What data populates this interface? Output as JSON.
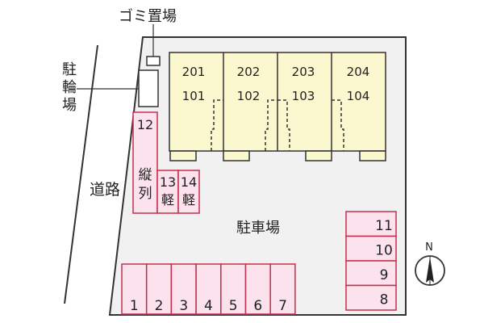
{
  "labels": {
    "garbage": "ゴミ置場",
    "bicycle": [
      "駐",
      "輪",
      "場"
    ],
    "road": "道路",
    "parking": "駐車場",
    "tandem": [
      "縦",
      "列"
    ],
    "compass_north": "N"
  },
  "building": {
    "upper_units": [
      "201",
      "202",
      "203",
      "204"
    ],
    "lower_units": [
      "101",
      "102",
      "103",
      "104"
    ]
  },
  "parking_spaces": {
    "tandem_number": "12",
    "light_vehicle": [
      {
        "number": "13",
        "mark": "軽"
      },
      {
        "number": "14",
        "mark": "軽"
      }
    ],
    "bottom_row": [
      "1",
      "2",
      "3",
      "4",
      "5",
      "6",
      "7"
    ],
    "right_column": [
      "11",
      "10",
      "9",
      "8"
    ]
  },
  "colors": {
    "site_fill": "#f1f1f1",
    "building_fill": "#fbf8cf",
    "parking_fill": "#fbe2ec",
    "parking_stroke": "#c2304f",
    "outline": "#333333"
  }
}
